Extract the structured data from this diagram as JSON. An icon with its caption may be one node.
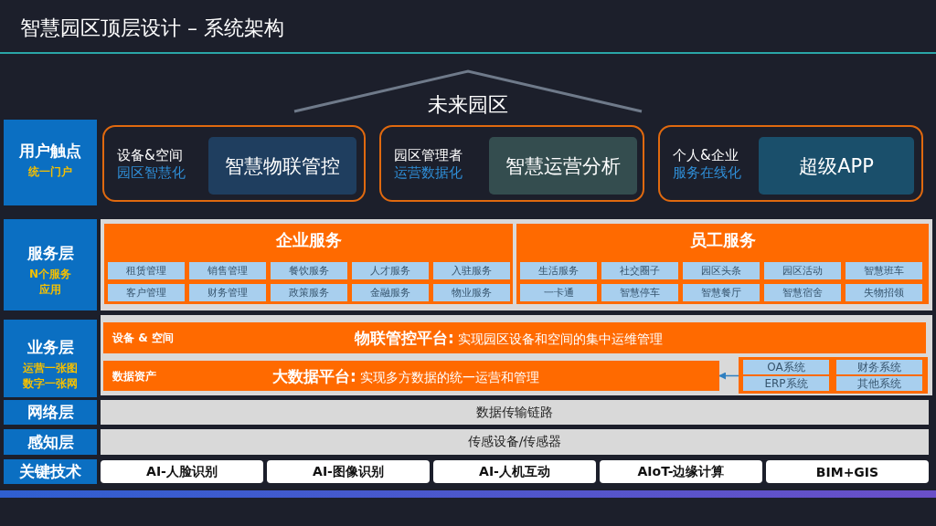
{
  "diagram": {
    "title": "智慧园区顶层设计 – 系统架构",
    "nodes": [
      {
        "text": [
          "用户触点",
          "统一门户"
        ]
      },
      {
        "text": [
          "设备&空间",
          "园区智慧化"
        ]
      },
      {
        "text": [
          "智慧物联管控"
        ],
        "in": 1
      },
      {
        "text": [
          "园区管理者",
          "运营数据化"
        ]
      },
      {
        "text": [
          "智慧运营分析"
        ],
        "in": 3
      },
      {
        "text": [
          "个人&企业",
          "服务在线化"
        ]
      },
      {
        "text": [
          "超级APP"
        ],
        "in": 5
      },
      {
        "text": [
          "服务层",
          "N个服务应用"
        ]
      },
      {
        "text": [
          "企业服务"
        ]
      },
      {
        "text": [
          "租赁管理"
        ],
        "in": 8
      },
      {
        "text": [
          "销售管理"
        ],
        "in": 8
      },
      {
        "text": [
          "餐饮服务"
        ],
        "in": 8
      },
      {
        "text": [
          "人才服务"
        ],
        "in": 8
      },
      {
        "text": [
          "入驻服务"
        ],
        "in": 8
      },
      {
        "text": [
          "客户管理"
        ],
        "in": 8
      },
      {
        "text": [
          "财务管理"
        ],
        "in": 8
      },
      {
        "text": [
          "政策服务"
        ],
        "in": 8
      },
      {
        "text": [
          "金融服务"
        ],
        "in": 8
      },
      {
        "text": [
          "物业服务"
        ],
        "in": 8
      },
      {
        "text": [
          "员工服务"
        ]
      },
      {
        "text": [
          "生活服务"
        ],
        "in": 19
      },
      {
        "text": [
          "社交圈子"
        ],
        "in": 19
      },
      {
        "text": [
          "园区头条"
        ],
        "in": 19
      },
      {
        "text": [
          "园区活动"
        ],
        "in": 19
      },
      {
        "text": [
          "智慧班车"
        ],
        "in": 19
      },
      {
        "text": [
          "一卡通"
        ],
        "in": 19
      },
      {
        "text": [
          "智慧停车"
        ],
        "in": 19
      },
      {
        "text": [
          "智慧餐厅"
        ],
        "in": 19
      },
      {
        "text": [
          "智慧宿舍"
        ],
        "in": 19
      },
      {
        "text": [
          "失物招领"
        ],
        "in": 19
      },
      {
        "text": [
          "业务层",
          "运营一张图数字一张网"
        ]
      },
      {
        "text": [
          "设备 & 空间",
          "**物联管控平台:** 实现园区设备和空间的集中运维管理"
        ]
      },
      {
        "text": [
          "数据资产",
          "**大数据平台:** 实现多方数据的统一运营和管理"
        ]
      },
      {
        "text": [],
        "shape": "box"
      },
      {
        "text": [
          "OA系统"
        ],
        "in": 33
      },
      {
        "text": [
          "财务系统"
        ],
        "in": 33
      },
      {
        "text": [
          "ERP系统"
        ],
        "in": 33
      },
      {
        "text": [
          "其他系统"
        ],
        "in": 33
      },
      {
        "text": [
          "网络层"
        ]
      },
      {
        "text": [
          "数据传输链路"
        ]
      },
      {
        "text": [
          "感知层"
        ]
      },
      {
        "text": [
          "传感设备/传感器"
        ]
      },
      {
        "text": [
          "关键技术"
        ]
      },
      {
        "text": [
          "AI-人脸识别"
        ]
      },
      {
        "text": [
          "AI-图像识别"
        ]
      },
      {
        "text": [
          "AI-人机互动"
        ]
      },
      {
        "text": [
          "AIoT-边缘计算"
        ]
      },
      {
        "text": [
          "BIM+GIS"
        ]
      }
    ],
    "edges": [
      {
        "from": 33,
        "to": 32,
        "arrow": "to"
      }
    ],
    "labels": [
      "未来园区"
    ]
  }
}
